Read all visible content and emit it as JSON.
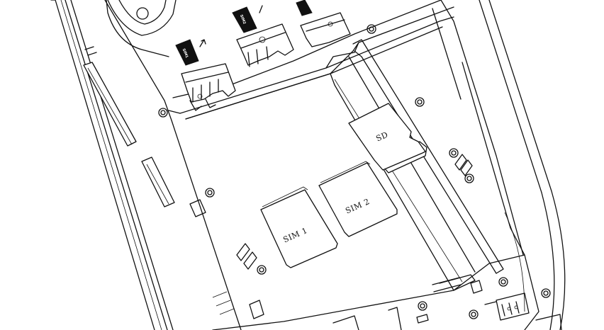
{
  "cards": {
    "sim1": "SIM 1",
    "sim2": "SIM 2",
    "sd": "SD"
  },
  "icons": [
    "sim1-slot-icon",
    "sim2-slot-icon",
    "sd-slot-icon",
    "camera-lens-icon"
  ],
  "colors": {
    "line": "#111111",
    "background": "#ffffff"
  }
}
